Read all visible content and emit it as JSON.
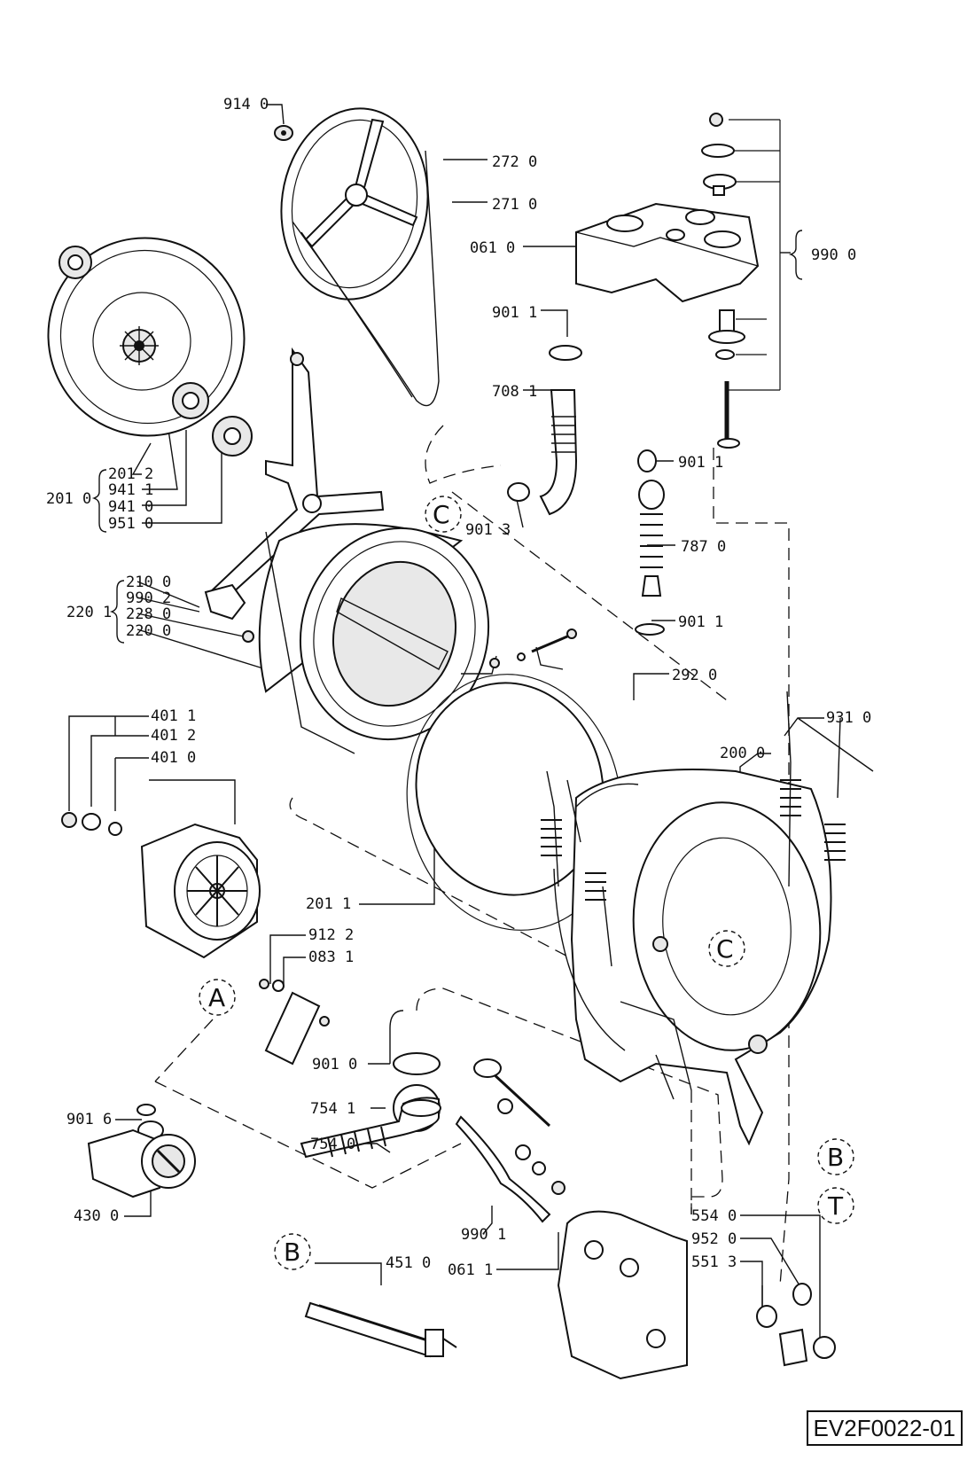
{
  "drawing_code": "EV2F0022-01",
  "labels": {
    "l914_0": "914 0",
    "l272_0": "272 0",
    "l271_0": "271 0",
    "l061_0": "061 0",
    "l990_0": "990 0",
    "l901_1a": "901 1",
    "l708_1": "708 1",
    "l901_1b": "901 1",
    "l901_3": "901 3",
    "l787_0": "787 0",
    "l901_1c": "901 1",
    "l201_2": "201 2",
    "l941_1": "941 1",
    "l941_0": "941 0",
    "l951_0": "951 0",
    "l201_0": "201 0",
    "l210_0": "210 0",
    "l990_2": "990 2",
    "l228_0": "228 0",
    "l220_0": "220 0",
    "l220_1": "220 1",
    "l292_0": "292 0",
    "l931_0": "931 0",
    "l200_0": "200 0",
    "l401_1": "401 1",
    "l401_2": "401 2",
    "l401_0": "401 0",
    "l201_1": "201 1",
    "l912_2": "912 2",
    "l083_1": "083 1",
    "l901_0": "901 0",
    "l754_1": "754 1",
    "l754_0": "754 0",
    "l901_6": "901 6",
    "l430_0": "430 0",
    "l990_1": "990 1",
    "l451_0": "451 0",
    "l061_1": "061 1",
    "l554_0": "554 0",
    "l952_0": "952 0",
    "l551_3": "551 3"
  },
  "refs": {
    "A": "A",
    "B1": "B",
    "B2": "B",
    "C1": "C",
    "C2": "C",
    "T": "T"
  }
}
